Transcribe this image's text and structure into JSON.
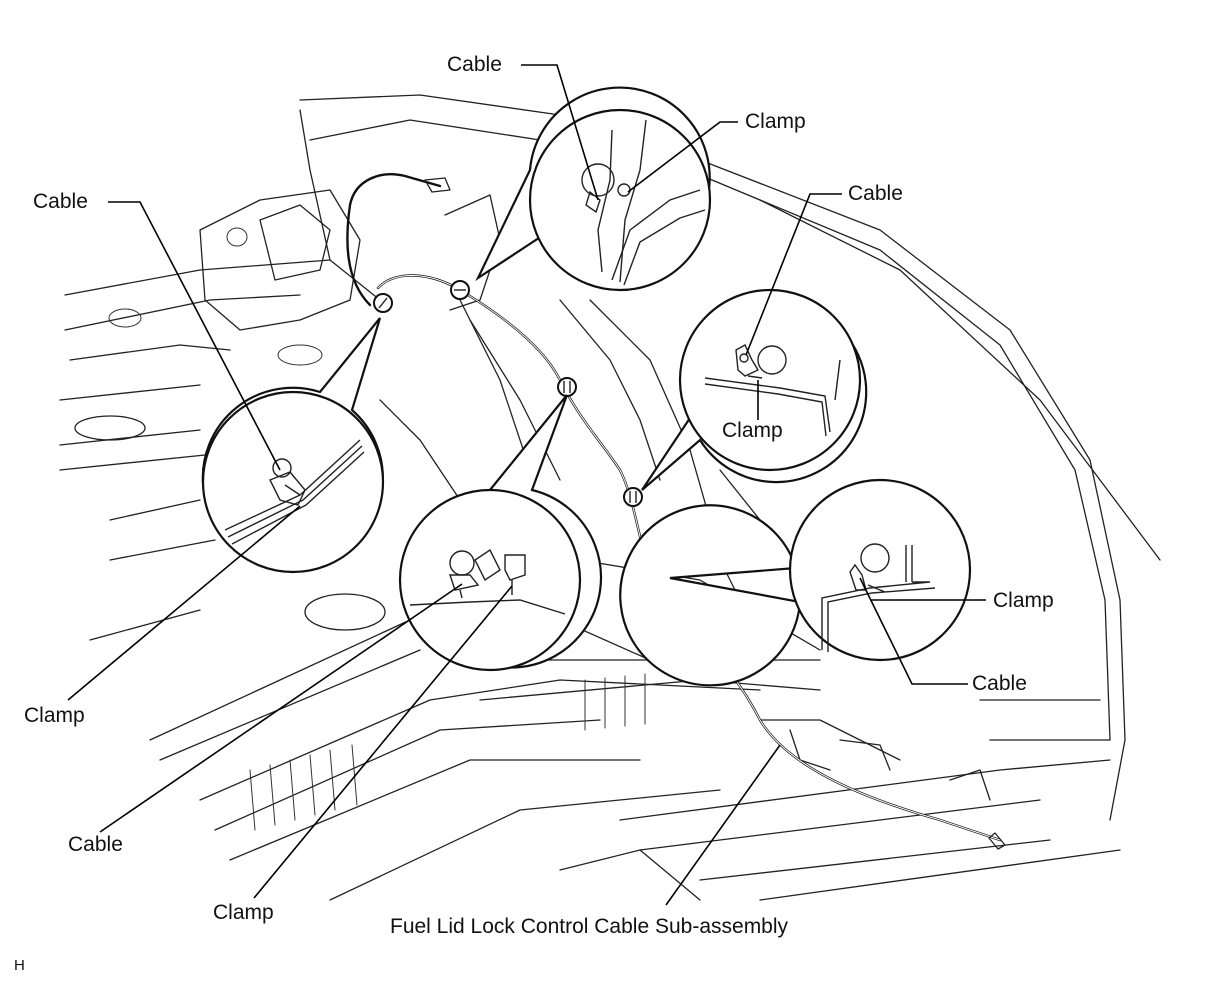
{
  "labels": {
    "cable_top": "Cable",
    "clamp_top": "Clamp",
    "cable_left": "Cable",
    "cable_right_top": "Cable",
    "clamp_right_mid": "Clamp",
    "clamp_right_low": "Clamp",
    "cable_right_low": "Cable",
    "clamp_left_low": "Clamp",
    "cable_bottom": "Cable",
    "clamp_bottom": "Clamp",
    "assembly": "Fuel Lid Lock Control Cable Sub-assembly",
    "corner_mark": "H"
  }
}
